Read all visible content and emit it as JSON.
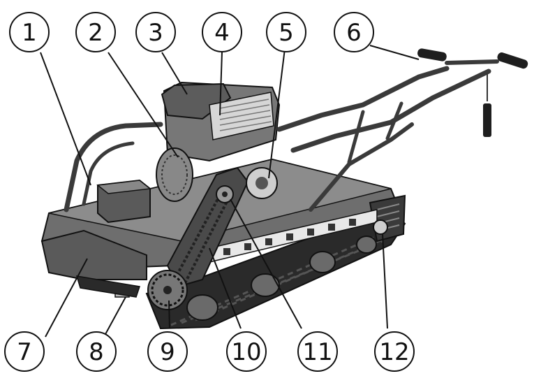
{
  "figure": {
    "callouts": [
      {
        "number": "1"
      },
      {
        "number": "2"
      },
      {
        "number": "3"
      },
      {
        "number": "4"
      },
      {
        "number": "5"
      },
      {
        "number": "6"
      },
      {
        "number": "7"
      },
      {
        "number": "8"
      },
      {
        "number": "9"
      },
      {
        "number": "10"
      },
      {
        "number": "11"
      },
      {
        "number": "12"
      }
    ],
    "colors": {
      "outline": "#111111",
      "body": "#555555",
      "body_light": "#8a8a8a",
      "metal": "#bdbdbd",
      "dark": "#2a2a2a",
      "background": "#ffffff"
    }
  }
}
